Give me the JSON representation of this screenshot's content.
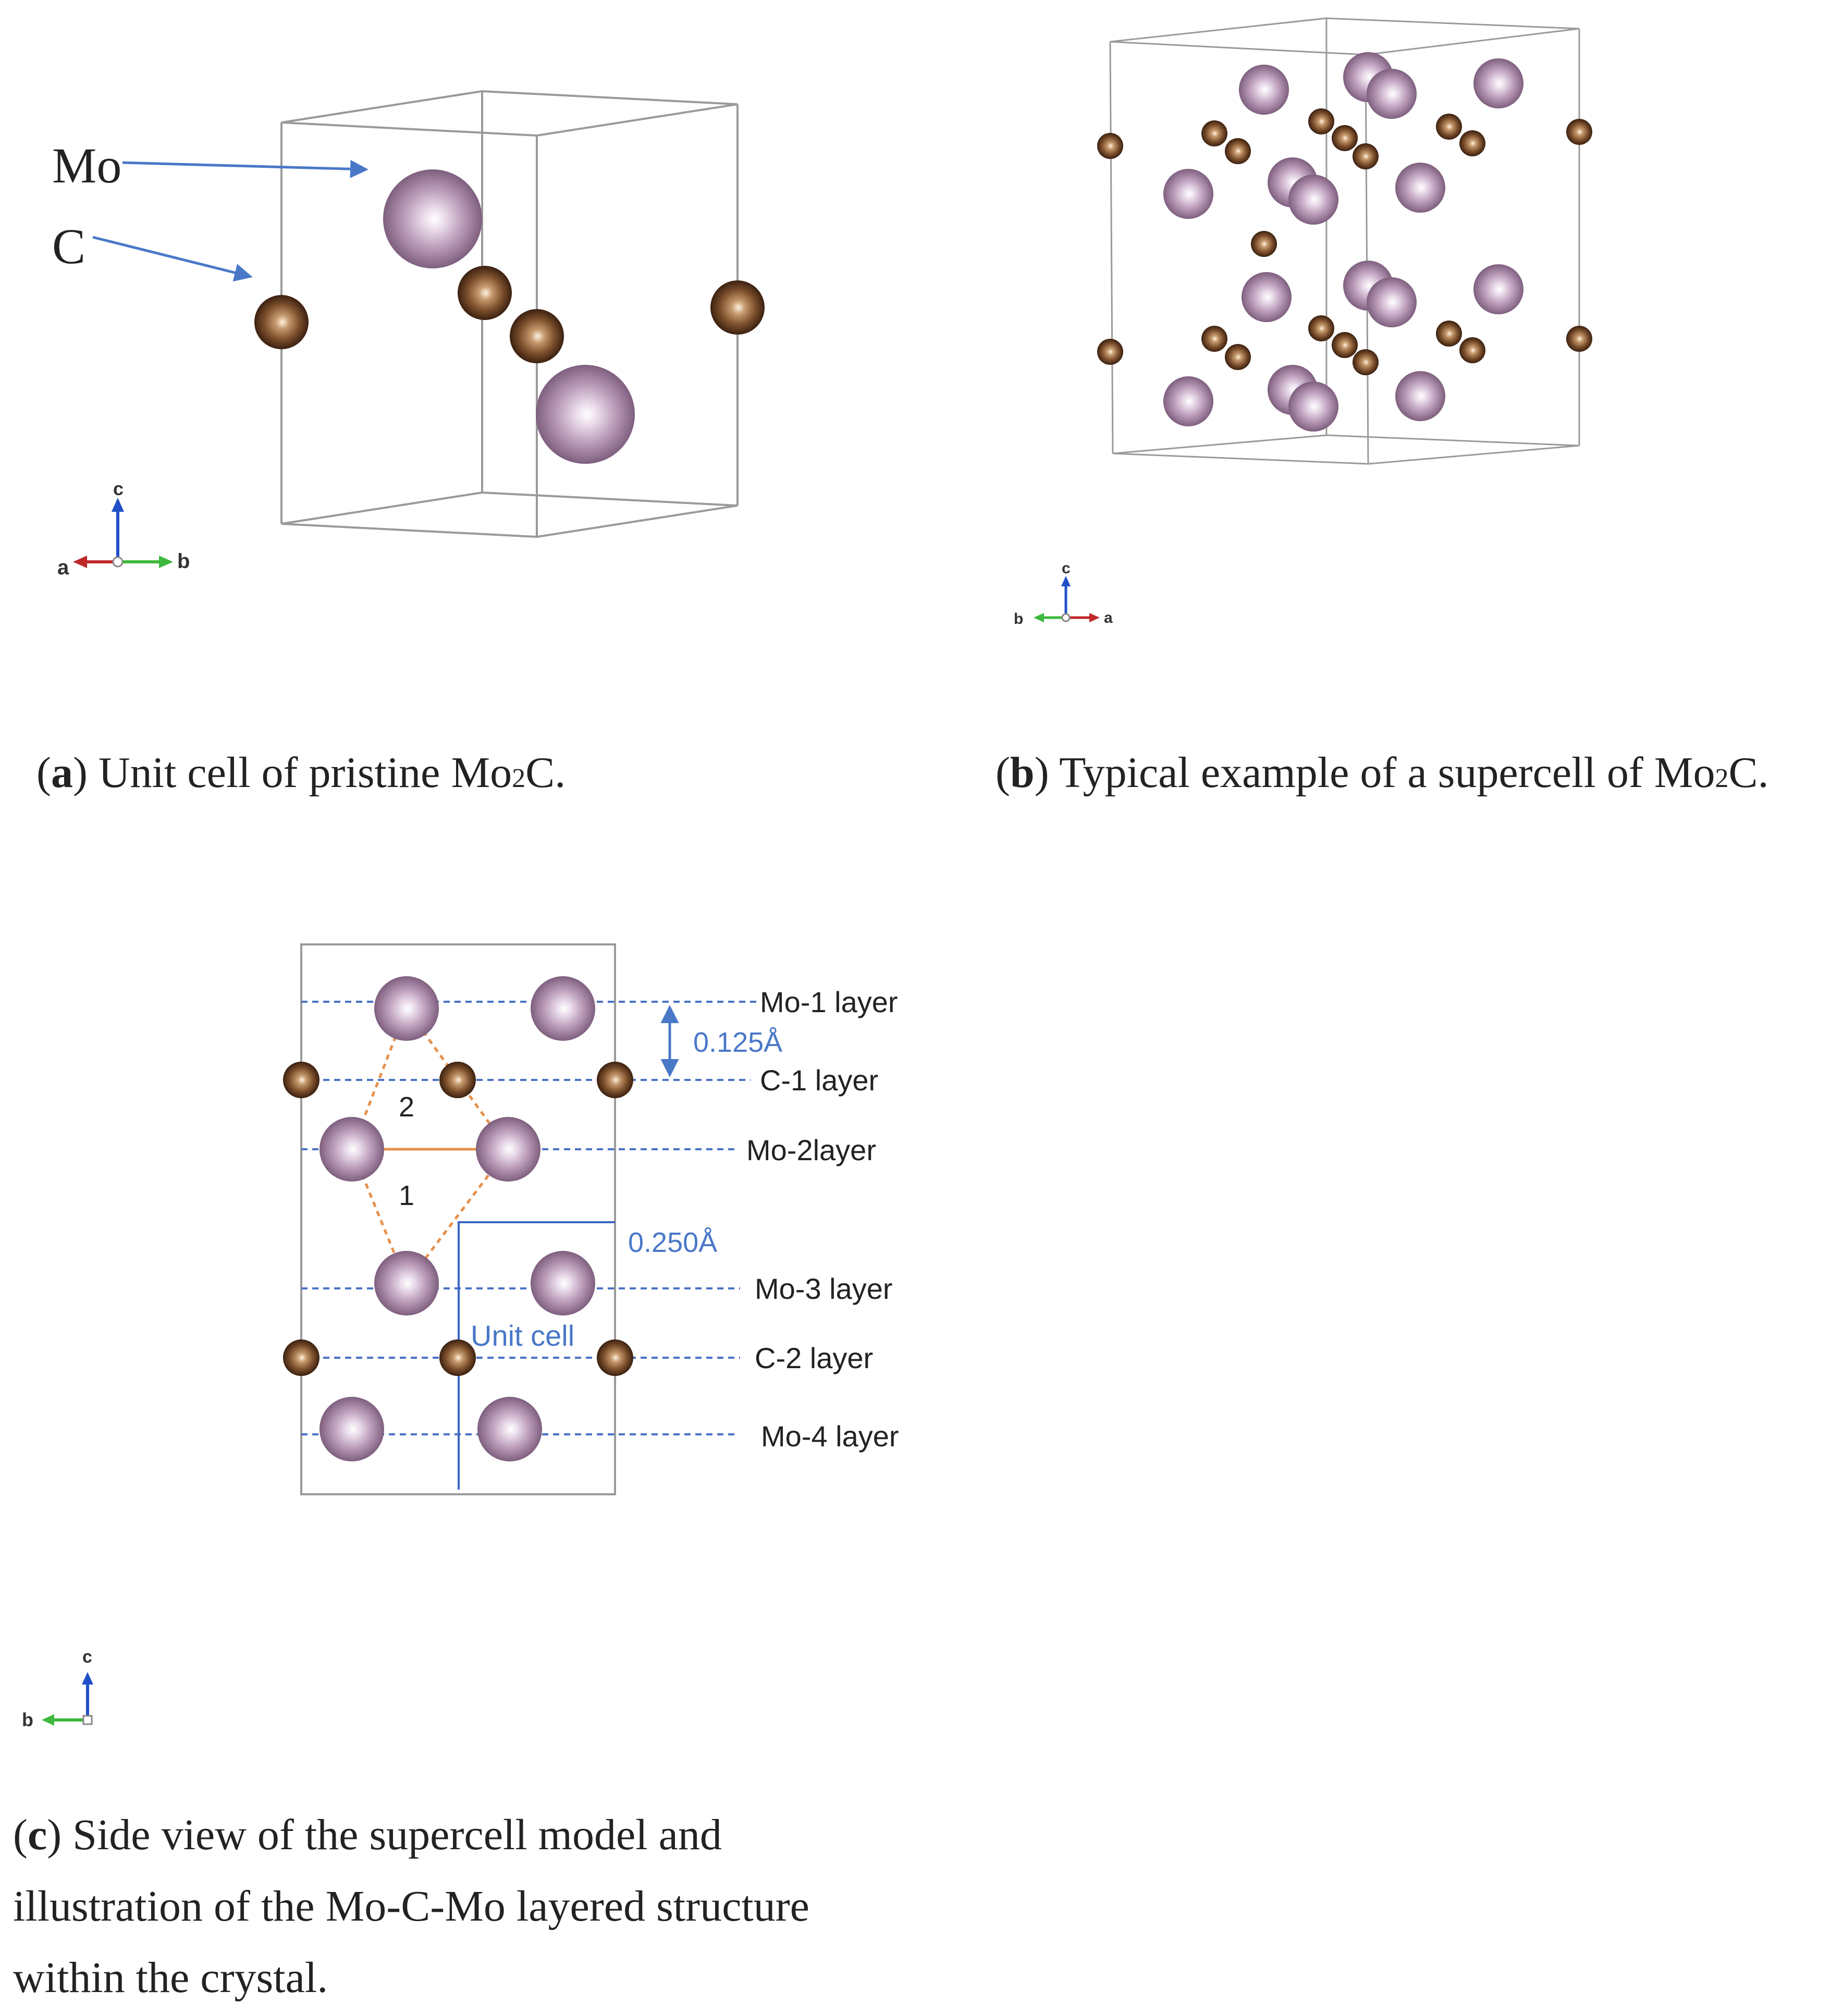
{
  "panel_a": {
    "callouts": {
      "mo": "Mo",
      "c": "C"
    },
    "axes": {
      "a": "a",
      "b": "b",
      "c": "c"
    },
    "caption": {
      "letter": "a",
      "text_pre": ") Unit cell of pristine Mo",
      "sub": "2",
      "text_post": "C."
    }
  },
  "panel_b": {
    "axes": {
      "a": "a",
      "b": "b",
      "c": "c"
    },
    "caption": {
      "letter": "b",
      "text_pre": ") Typical example of a supercell of Mo",
      "sub": "2",
      "text_post": "C."
    }
  },
  "panel_c": {
    "layers": {
      "mo1": "Mo-1 layer",
      "c1": "C-1 layer",
      "mo2": "Mo-2layer",
      "mo3": "Mo-3 layer",
      "c2": "C-2 layer",
      "mo4": "Mo-4 layer"
    },
    "spacing_top": "0.125Å",
    "spacing_cell": "0.250Å",
    "unit_cell": "Unit cell",
    "region_1": "1",
    "region_2": "2",
    "axes": {
      "b": "b",
      "c": "c"
    },
    "caption": {
      "letter": "c",
      "line1_rest": ") Side view of the supercell model and",
      "line2": "illustration of the Mo-C-Mo layered structure",
      "line3": "within the crystal."
    }
  },
  "colors": {
    "mo_atom": "#a98ba8",
    "c_atom": "#6b4326",
    "layer_line": "#4a72c4",
    "callout_arrow": "#4a78c8",
    "annotation_text": "#4a78c8",
    "dashed_bond": "#e8904a",
    "axis_a": "#c0282a",
    "axis_b": "#3cb83c",
    "axis_c": "#2050c8"
  }
}
